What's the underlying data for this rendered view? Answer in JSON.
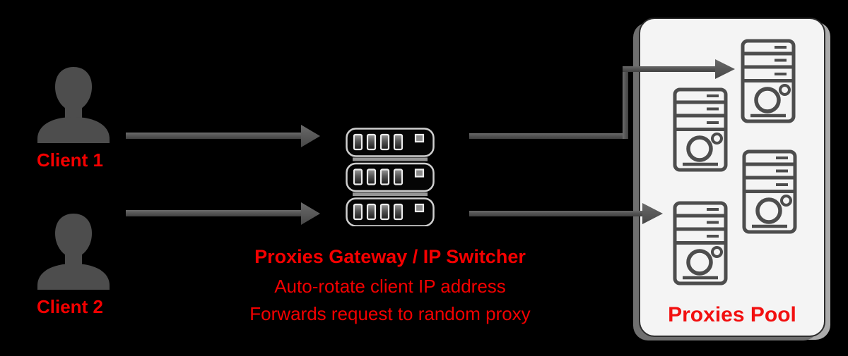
{
  "diagram": {
    "clients": [
      {
        "label": "Client 1",
        "icon": "person-icon"
      },
      {
        "label": "Client 2",
        "icon": "person-icon"
      }
    ],
    "gateway": {
      "icon": "server-stack-icon",
      "title": "Proxies Gateway / IP Switcher",
      "caption_lines": [
        "Auto-rotate client IP address",
        "Forwards request to random proxy"
      ]
    },
    "pool": {
      "label": "Proxies Pool",
      "icon": "server-tower-icon",
      "server_count": 4
    },
    "connections": [
      {
        "from": "Client 1",
        "to": "gateway",
        "type": "straight-arrow"
      },
      {
        "from": "Client 2",
        "to": "gateway",
        "type": "straight-arrow"
      },
      {
        "from": "gateway",
        "to": "pool-server-top-right",
        "type": "elbow-arrow"
      },
      {
        "from": "gateway",
        "to": "pool-server-bottom-left",
        "type": "straight-arrow"
      }
    ],
    "colors": {
      "background": "#000000",
      "label_red": "#f40000",
      "arrow_gray": "#575757",
      "silhouette_gray": "#4d4d4d",
      "pool_background": "#f4f4f4",
      "pool_border": "#2d2d2d",
      "tower_stroke": "#4d4d4d"
    }
  }
}
